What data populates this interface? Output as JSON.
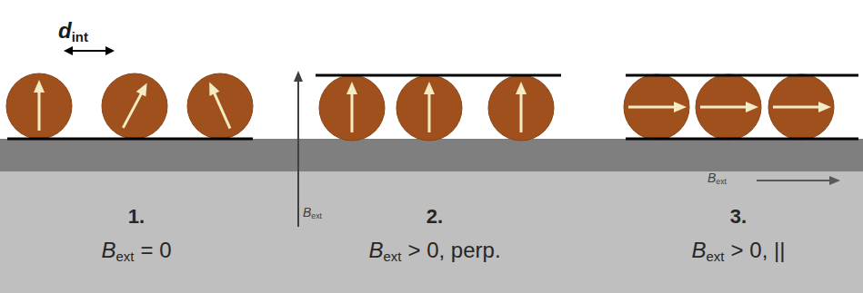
{
  "diagram": {
    "labels": [
      "d",
      "int",
      "B",
      "ext",
      "B",
      "ext",
      "1.",
      "B",
      "ext",
      "= 0",
      "2.",
      "B",
      "ext",
      "> 0, perp.",
      "3.",
      "B",
      "ext",
      "> 0, ||"
    ]
  }
}
